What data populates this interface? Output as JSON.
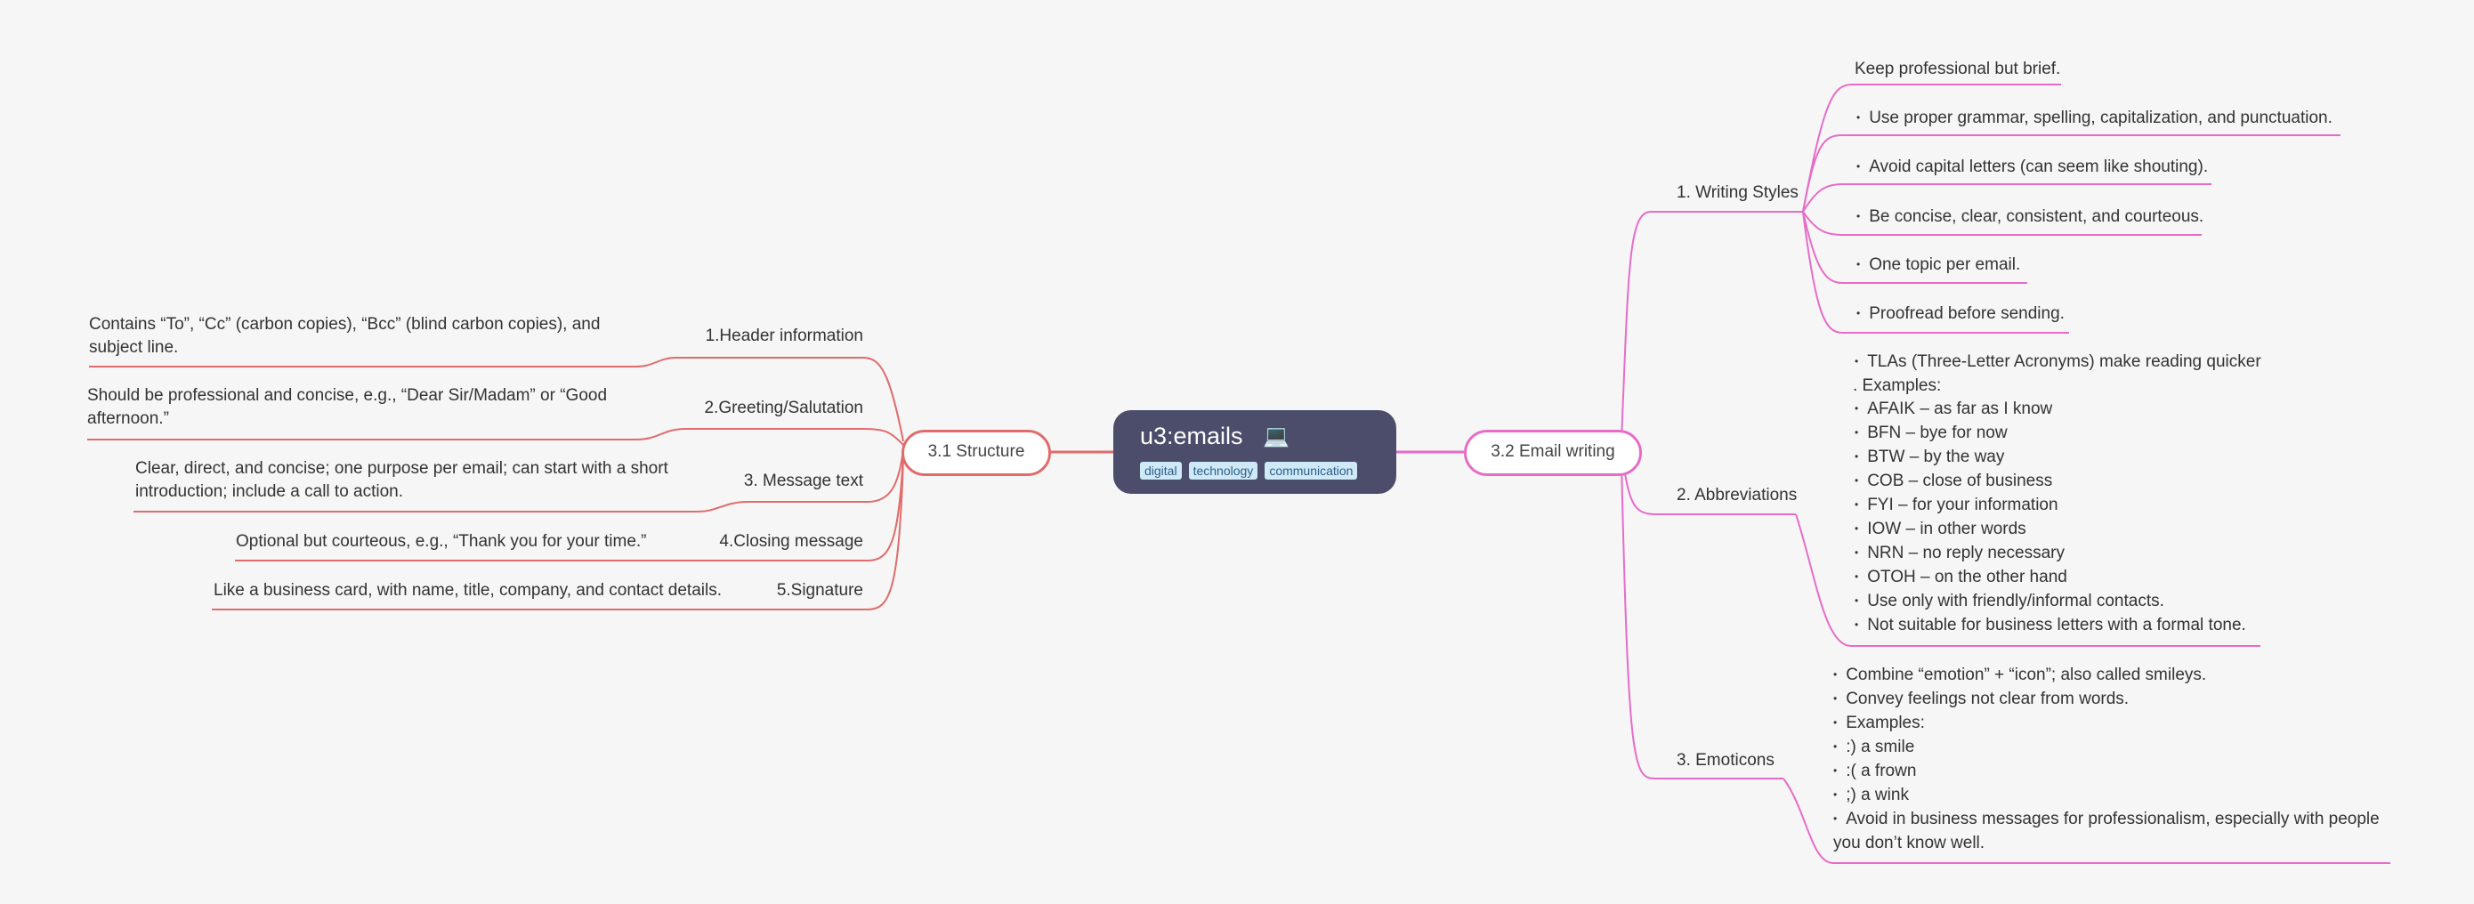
{
  "central": {
    "title": "u3:emails",
    "icon": "💻",
    "icon_name": "laptop-icon",
    "tags": [
      "digital",
      "technology",
      "communication"
    ]
  },
  "left_branch": {
    "label": "3.1 Structure",
    "color": "#e16b6b",
    "children": [
      {
        "label": "1.Header information",
        "detail": "Contains “To”, “Cc” (carbon copies), “Bcc” (blind carbon copies), and subject line."
      },
      {
        "label": "2.Greeting/Salutation",
        "detail": "Should be professional and concise, e.g., “Dear Sir/Madam” or “Good afternoon.”"
      },
      {
        "label": "3. Message text",
        "detail": "Clear, direct, and concise; one purpose per email; can start with a short introduction; include a call to action."
      },
      {
        "label": "4.Closing message",
        "detail": "Optional but courteous, e.g., “Thank you for your time.”"
      },
      {
        "label": "5.Signature",
        "detail": "Like a business card, with name, title, company, and contact details."
      }
    ]
  },
  "right_branch": {
    "label": "3.2 Email writing",
    "color": "#e66cc8",
    "writing_styles": {
      "label": "1. Writing Styles",
      "items": [
        "Keep professional but brief.",
        "Use proper grammar, spelling, capitalization, and punctuation.",
        "Avoid capital letters (can seem like shouting).",
        "Be concise, clear, consistent, and courteous.",
        "One topic per email.",
        "Proofread before sending."
      ]
    },
    "abbreviations": {
      "label": "2. Abbreviations",
      "intro": "TLAs (Three-Letter Acronyms) make reading quicker",
      "intro2": ". Examples:",
      "items": [
        "AFAIK – as far as I know",
        "BFN – bye for now",
        "BTW – by the way",
        "COB – close of business",
        "FYI – for your information",
        "IOW – in other words",
        "NRN – no reply necessary",
        "OTOH – on the other hand",
        "Use only with friendly/informal contacts.",
        "Not suitable for business letters with a formal tone."
      ]
    },
    "emoticons": {
      "label": "3. Emoticons",
      "items": [
        "Combine “emotion” + “icon”; also called smileys.",
        "Convey feelings not clear from words.",
        "Examples:",
        ":) a smile",
        ":( a frown",
        ";) a wink"
      ],
      "last_line1": "Avoid in business messages for professionalism, especially with people",
      "last_line2": "you don’t know well."
    }
  }
}
